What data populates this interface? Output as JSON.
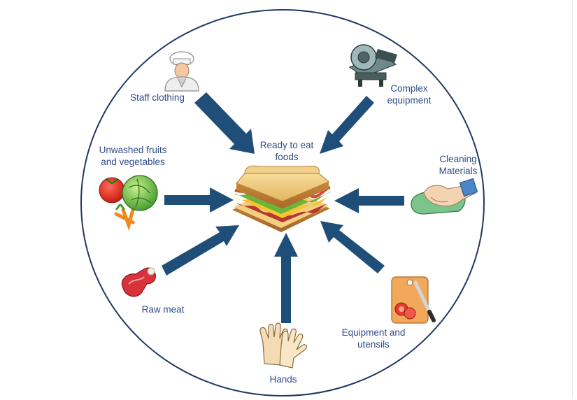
{
  "diagram": {
    "center_label": "Ready to eat\nfoods",
    "sources": [
      {
        "id": "staff",
        "label": "Staff clothing",
        "icon": "chef-icon"
      },
      {
        "id": "equipment",
        "label": "Complex\nequipment",
        "icon": "meat-slicer-icon"
      },
      {
        "id": "fruits",
        "label": "Unwashed fruits\nand vegetables",
        "icon": "vegetables-icon"
      },
      {
        "id": "cleaning",
        "label": "Cleaning\nMaterials",
        "icon": "cleaning-hand-icon"
      },
      {
        "id": "meat",
        "label": "Raw meat",
        "icon": "raw-meat-icon"
      },
      {
        "id": "hands",
        "label": "Hands",
        "icon": "gloves-icon"
      },
      {
        "id": "utensils",
        "label": "Equipment and\nutensils",
        "icon": "cutting-board-icon"
      }
    ],
    "colors": {
      "arrow": "#1f4e79",
      "label": "#2f4c8a",
      "circle": "#1f3864"
    }
  }
}
